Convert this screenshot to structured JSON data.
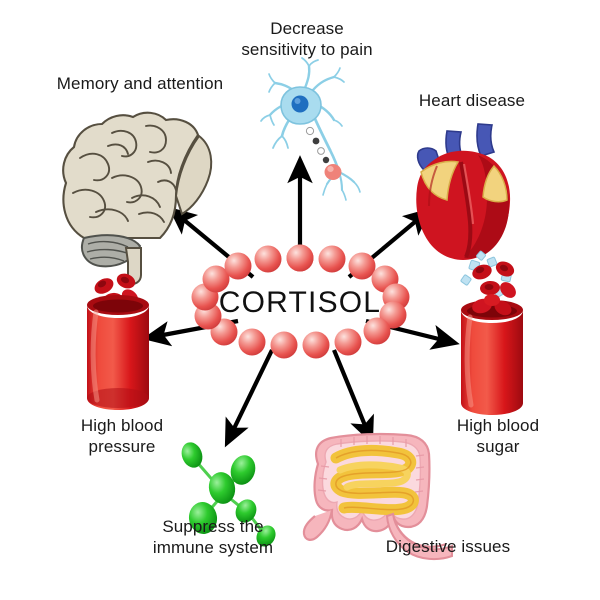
{
  "diagram": {
    "title": "Cortisol effects diagram",
    "center": {
      "text": "CORTISOL",
      "ring_sphere_count": 18,
      "sphere_color": "#e8534f",
      "sphere_highlight": "#f6b6b0"
    },
    "background_color": "#ffffff",
    "arrow_color": "#000000",
    "text_color": "#1a1a1a"
  },
  "effects": [
    {
      "id": "memory",
      "label": "Memory and attention",
      "icon": "brain-illustration",
      "colors": {
        "main": "#ded8c8",
        "secondary": "#a9aaa4",
        "outline": "#4a4438"
      }
    },
    {
      "id": "pain",
      "label": "Decrease\nsensitivity to pain",
      "icon": "neuron-illustration",
      "colors": {
        "main": "#a9dcef",
        "secondary": "#1f78c8",
        "accent": "#ef8279"
      }
    },
    {
      "id": "heart",
      "label": "Heart disease",
      "icon": "heart-illustration",
      "colors": {
        "main": "#cf1420",
        "secondary": "#4757b5",
        "accent": "#f2d37e"
      }
    },
    {
      "id": "blood-pressure",
      "label": "High blood\npressure",
      "icon": "blood-vessel-illustration",
      "colors": {
        "main": "#e0201c",
        "secondary": "#a00b12"
      }
    },
    {
      "id": "blood-sugar",
      "label": "High blood\nsugar",
      "icon": "blood-vessel-sugar-illustration",
      "colors": {
        "main": "#e0201c",
        "secondary": "#a00b12",
        "accent": "#cfe8f3"
      }
    },
    {
      "id": "immune",
      "label": "Suppress the\nimmune system",
      "icon": "bacteria-illustration",
      "colors": {
        "main": "#22c322",
        "secondary": "#0a8a0a"
      }
    },
    {
      "id": "digestive",
      "label": "Digestive issues",
      "icon": "intestines-illustration",
      "colors": {
        "main": "#f6b6bd",
        "secondary": "#f2c33c",
        "accent": "#e89a2a"
      }
    }
  ]
}
